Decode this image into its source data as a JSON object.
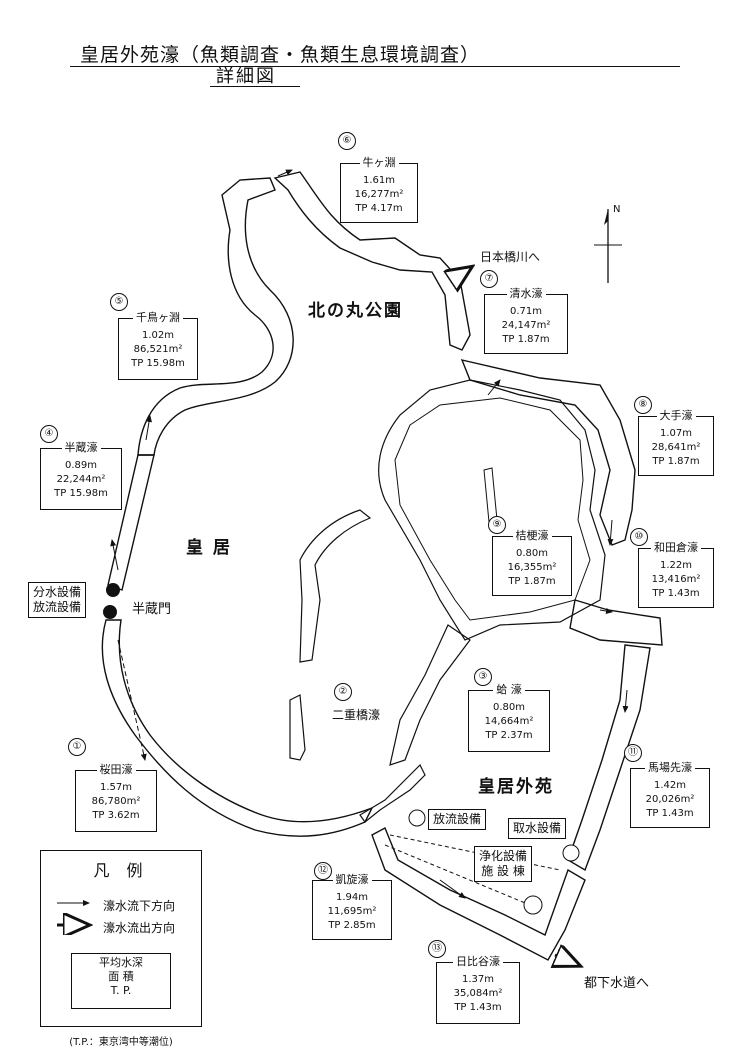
{
  "title": "皇居外苑濠（魚類調査・魚類生息環境調査）",
  "subtitle": "詳細図",
  "areas": {
    "kitanomaru": "北の丸公園",
    "kokyo": "皇 居",
    "gaien": "皇居外苑"
  },
  "moats": [
    {
      "no": "①",
      "name": "桜田濠",
      "depth": "1.57m",
      "area": "86,780m²",
      "tp": "TP 3.62m"
    },
    {
      "no": "②",
      "name": "二重橋濠"
    },
    {
      "no": "③",
      "name": "蛤 濠",
      "depth": "0.80m",
      "area": "14,664m²",
      "tp": "TP 2.37m"
    },
    {
      "no": "④",
      "name": "半蔵濠",
      "depth": "0.89m",
      "area": "22,244m²",
      "tp": "TP 15.98m"
    },
    {
      "no": "⑤",
      "name": "千鳥ヶ淵",
      "depth": "1.02m",
      "area": "86,521m²",
      "tp": "TP 15.98m"
    },
    {
      "no": "⑥",
      "name": "牛ヶ淵",
      "depth": "1.61m",
      "area": "16,277m²",
      "tp": "TP 4.17m"
    },
    {
      "no": "⑦",
      "name": "清水濠",
      "depth": "0.71m",
      "area": "24,147m²",
      "tp": "TP 1.87m"
    },
    {
      "no": "⑧",
      "name": "大手濠",
      "depth": "1.07m",
      "area": "28,641m²",
      "tp": "TP 1.87m"
    },
    {
      "no": "⑨",
      "name": "桔梗濠",
      "depth": "0.80m",
      "area": "16,355m²",
      "tp": "TP 1.87m"
    },
    {
      "no": "⑩",
      "name": "和田倉濠",
      "depth": "1.22m",
      "area": "13,416m²",
      "tp": "TP 1.43m"
    },
    {
      "no": "⑪",
      "name": "馬場先濠",
      "depth": "1.42m",
      "area": "20,026m²",
      "tp": "TP 1.43m"
    },
    {
      "no": "⑫",
      "name": "凱旋濠",
      "depth": "1.94m",
      "area": "11,695m²",
      "tp": "TP 2.85m"
    },
    {
      "no": "⑬",
      "name": "日比谷濠",
      "depth": "1.37m",
      "area": "35,084m²",
      "tp": "TP 1.43m"
    }
  ],
  "places": {
    "hanzomon": "半蔵門",
    "nihonbashi": "日本橋川へ",
    "sewer": "都下水道へ",
    "north": "N"
  },
  "facilities": {
    "bunsui": "分水設備\n放流設備",
    "houryu": "放流設備",
    "shusui": "取水設備",
    "jouka": "浄化設備\n施 設 棟"
  },
  "legend": {
    "title": "凡 例",
    "flow_down": "濠水流下方向",
    "flow_out": "濠水流出方向",
    "avg_depth": "平均水深",
    "area": "面 積",
    "tp": "T. P.",
    "note": "(T.P.：東京湾中等潮位)"
  }
}
